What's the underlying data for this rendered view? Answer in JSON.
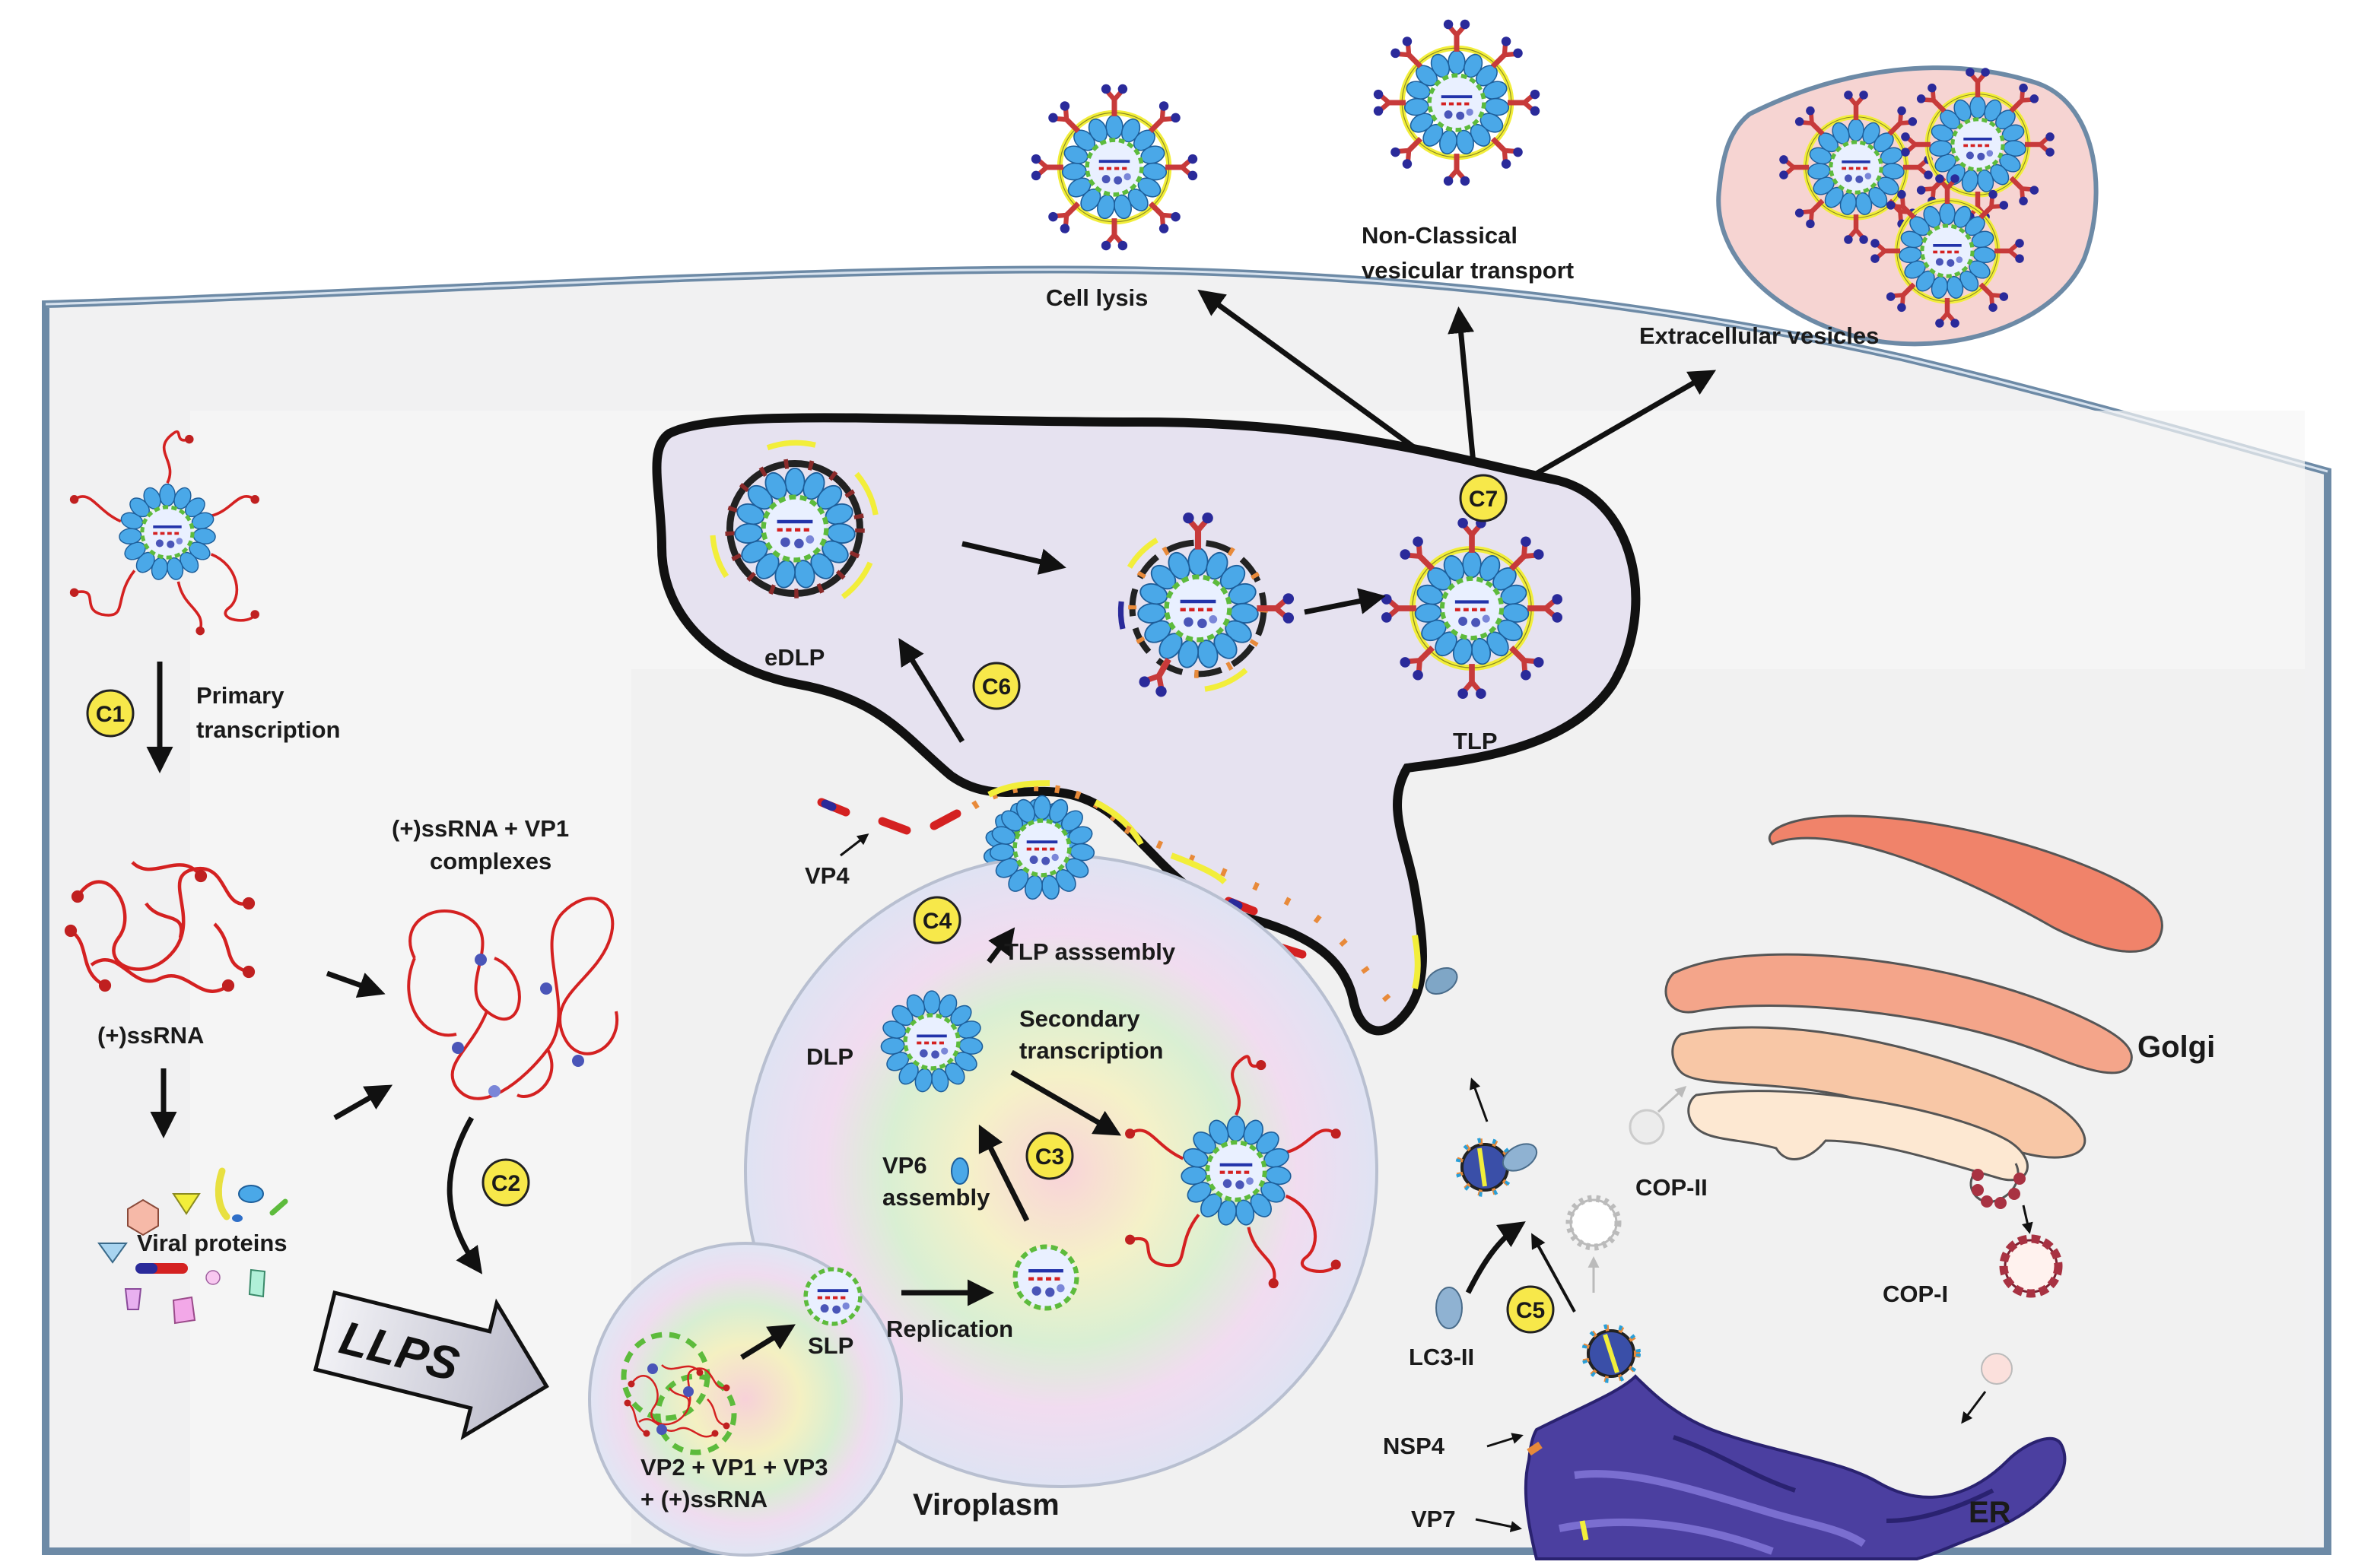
{
  "labels": {
    "cell_lysis": "Cell lysis",
    "nonclassical_1": "Non-Classical",
    "nonclassical_2": "vesicular transport",
    "extracellular_vesicles": "Extracellular vesicles",
    "primary_1": "Primary",
    "primary_2": "transcription",
    "ssrna": "(+)ssRNA",
    "vp1_complex_1": "(+)ssRNA + VP1",
    "vp1_complex_2": "complexes",
    "viral_proteins": "Viral proteins",
    "llps": "LLPS",
    "edlp": "eDLP",
    "tlp": "TLP",
    "vp4": "VP4",
    "tlp_assembly": "TLP asssembly",
    "dlp": "DLP",
    "secondary_1": "Secondary",
    "secondary_2": "transcription",
    "vp6_1": "VP6",
    "vp6_2": "assembly",
    "slp": "SLP",
    "replication": "Replication",
    "vp2_1": "VP2 + VP1 + VP3",
    "vp2_2": "+ (+)ssRNA",
    "viroplasm": "Viroplasm",
    "golgi": "Golgi",
    "cop2": "COP-II",
    "cop1": "COP-I",
    "lc3": "LC3-II",
    "nsp4": "NSP4",
    "vp7": "VP7",
    "er": "ER"
  },
  "badges": [
    "C1",
    "C2",
    "C3",
    "C4",
    "C5",
    "C6",
    "C7"
  ],
  "colors": {
    "badge_fill": "#f7e84a",
    "rna_red": "#d42121",
    "capsid_blue": "#4aa8e8",
    "core_green": "#5dbb3c",
    "vp7_yellow": "#f2ee3a",
    "er_purple": "#4b3fa0",
    "golgi_orange": "#f0a07c",
    "vesicle_pink": "#f6d4d2"
  }
}
